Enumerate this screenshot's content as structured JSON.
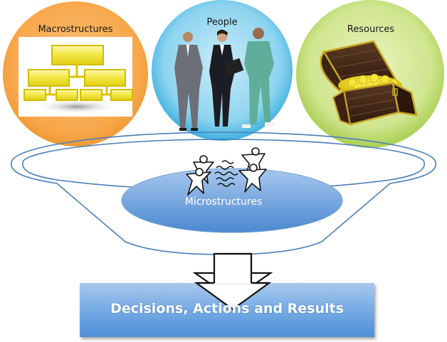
{
  "diagram": {
    "inputs": [
      {
        "label": "Macrostructures",
        "color": "#f8a84c",
        "icon": "org-chart-icon"
      },
      {
        "label": "People",
        "color": "#5fc3e8",
        "icon": "people-icon"
      },
      {
        "label": "Resources",
        "color": "#bedd6e",
        "icon": "treasure-chest-icon"
      }
    ],
    "funnel": {
      "label": "Microstructures",
      "icon": "interacting-people-icon",
      "stroke_color": "#4a7ebb",
      "fill_color": "#6a9fdc"
    },
    "arrow": {
      "icon": "down-arrow-icon"
    },
    "output": {
      "label": "Decisions, Actions and Results",
      "color": "#6aa3e2"
    }
  }
}
